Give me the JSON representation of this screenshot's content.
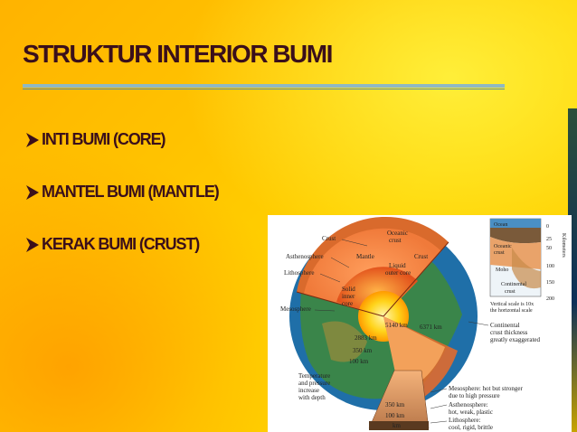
{
  "slide": {
    "title": "STRUKTUR INTERIOR BUMI",
    "bullets": [
      "INTI BUMI (CORE)",
      "MANTEL BUMI (MANTLE)",
      "KERAK BUMI (CRUST)"
    ],
    "bullet_icon": "arrow-bullet-icon"
  },
  "diagram": {
    "labels": {
      "crust": "Crust",
      "oceanic_crust_1": "Oceanic",
      "oceanic_crust_2": "crust",
      "crust_right": "Crust",
      "asthenosphere": "Asthenosphere",
      "mantle": "Mantle",
      "lithosphere": "Lithosphere",
      "liquid_outer_core_1": "Liquid",
      "liquid_outer_core_2": "outer core",
      "mesosphere": "Mesosphere",
      "solid_inner_core_1": "Solid",
      "solid_inner_core_2": "inner",
      "solid_inner_core_3": "core",
      "km_5140": "5140 km",
      "km_6371": "6371 km",
      "km_2883": "2883 km",
      "km_350": "350 km",
      "km_100": "100 km",
      "temp_1": "Temperature",
      "temp_2": "and pressure",
      "temp_3": "increase",
      "temp_4": "with depth",
      "bottom_350": "350 km",
      "bottom_100": "100 km",
      "bottom_km": "km"
    },
    "inset": {
      "ocean": "Ocean",
      "oceanic_crust_1": "Oceanic",
      "oceanic_crust_2": "crust",
      "moho": "Moho",
      "continental_crust_1": "Continental",
      "continental_crust_2": "crust",
      "ticks": [
        "0",
        "25",
        "50",
        "100",
        "150",
        "200"
      ],
      "axis_label": "Kilometers",
      "scale_note_1": "Vertical scale is 10x",
      "scale_note_2": "the horizontal scale"
    },
    "notes": {
      "continental_1": "Continental",
      "continental_2": "crust thickness",
      "continental_3": "greatly exaggerated",
      "mesosphere_1": "Mesosphere: hot but stronger",
      "mesosphere_2": "due to high pressure",
      "asthenosphere_1": "Asthenosphere:",
      "asthenosphere_2": "hot, weak, plastic",
      "lithosphere_1": "Lithosphere:",
      "lithosphere_2": "cool, rigid, brittle"
    }
  }
}
